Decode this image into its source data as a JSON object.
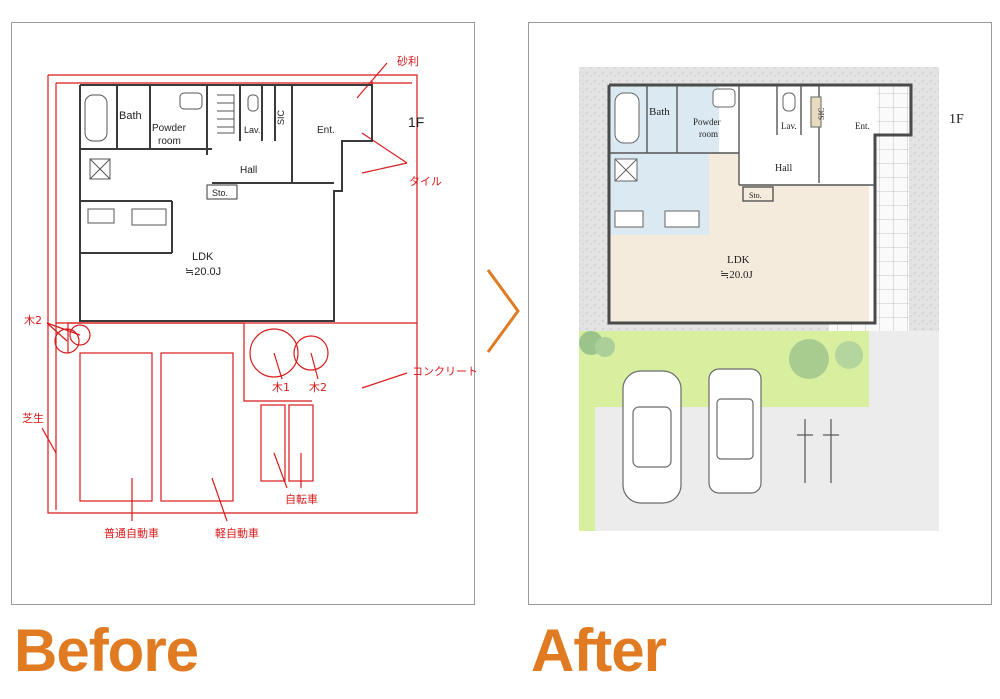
{
  "captions": {
    "before": "Before",
    "after": "After"
  },
  "colors": {
    "caption": "#e07b22",
    "annotation": "#d81b1b",
    "lawn": "#d9efa0",
    "ldk_floor": "#f5ebdc",
    "wet_area": "#dbe9f2",
    "gravel": "#d9d9d9",
    "concrete": "#ececec"
  },
  "floor_label": "1F",
  "rooms": {
    "bath": "Bath",
    "powder_line1": "Powder",
    "powder_line2": "room",
    "lav": "Lav.",
    "sic": "SIC",
    "ent": "Ent.",
    "hall": "Hall",
    "sto": "Sto.",
    "ldk": "LDK",
    "ldk_area": "≒20.0J"
  },
  "annotations": {
    "gravel": "砂利",
    "tile": "タイル",
    "tree2_left": "木2",
    "tree1": "木1",
    "tree2_right": "木2",
    "concrete": "コンクリート",
    "lawn": "芝生",
    "bicycle": "自転車",
    "car_regular": "普通自動車",
    "car_light": "軽自動車"
  },
  "icons": {
    "transition": "chevron-right-icon"
  }
}
